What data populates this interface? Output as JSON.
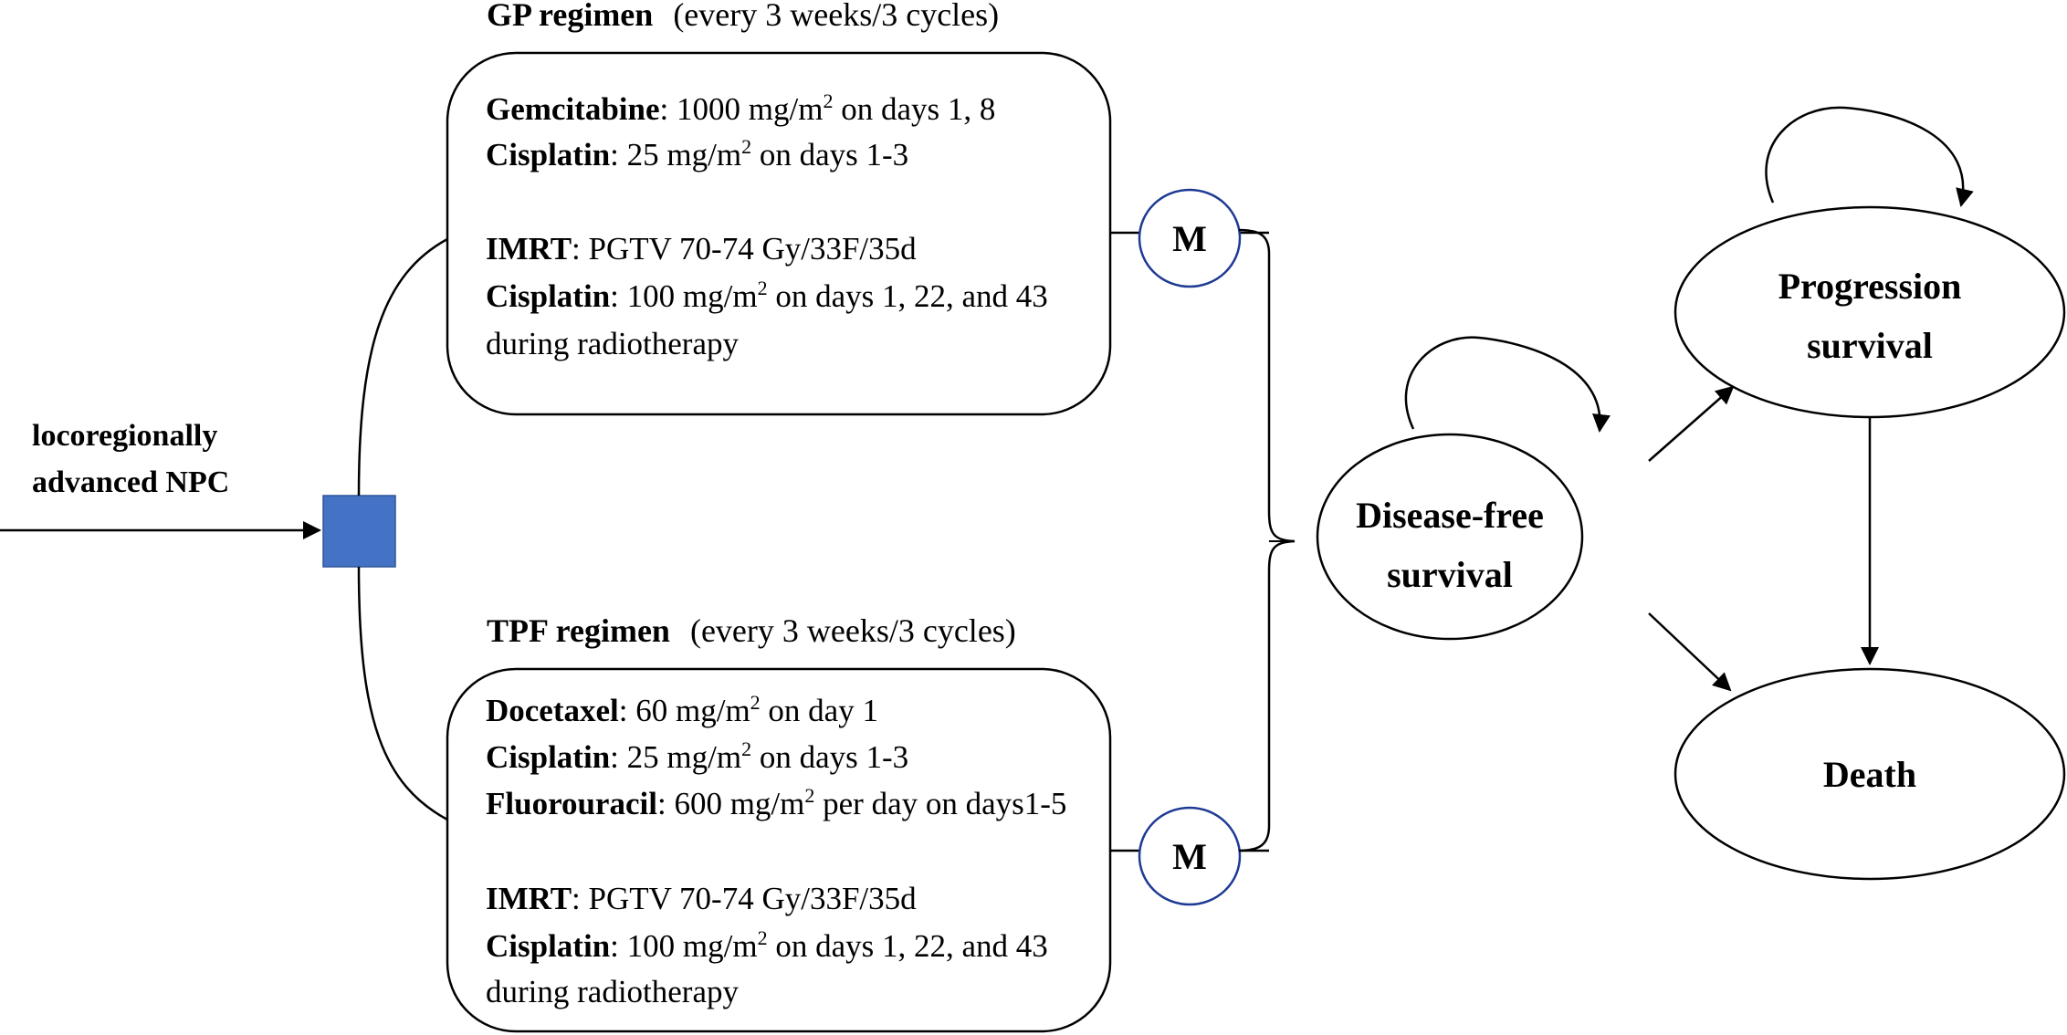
{
  "entry": {
    "label_line1": "locoregionally",
    "label_line2": "advanced NPC"
  },
  "gp": {
    "title": "GP regimen",
    "schedule": "(every 3 weeks/3 cycles)",
    "lines": [
      {
        "drug": "Gemcitabine",
        "rest": ": 1000 mg/m",
        "sup": "2",
        "after": " on days 1, 8"
      },
      {
        "drug": "Cisplatin",
        "rest": ": 25 mg/m",
        "sup": "2",
        "after": " on days 1-3"
      },
      {
        "drug": "IMRT",
        "rest": ": PGTV 70-74 Gy/33F/35d",
        "sup": "",
        "after": ""
      },
      {
        "drug": "Cisplatin",
        "rest": ": 100 mg/m",
        "sup": "2",
        "after": " on days 1, 22, and 43"
      },
      {
        "drug": "",
        "rest": "during radiotherapy",
        "sup": "",
        "after": ""
      }
    ],
    "marker": "M"
  },
  "tpf": {
    "title": "TPF regimen",
    "schedule": "(every 3 weeks/3 cycles)",
    "lines": [
      {
        "drug": "Docetaxel",
        "rest": ": 60 mg/m",
        "sup": "2",
        "after": " on day 1"
      },
      {
        "drug": "Cisplatin",
        "rest": ": 25 mg/m",
        "sup": "2",
        "after": " on days 1-3"
      },
      {
        "drug": "Fluorouracil",
        "rest": ": 600 mg/m",
        "sup": "2",
        "after": " per day on days1-5"
      },
      {
        "drug": "IMRT",
        "rest": ": PGTV 70-74 Gy/33F/35d",
        "sup": "",
        "after": ""
      },
      {
        "drug": "Cisplatin",
        "rest": ": 100 mg/m",
        "sup": "2",
        "after": " on days 1, 22, and 43"
      },
      {
        "drug": "",
        "rest": "during radiotherapy",
        "sup": "",
        "after": ""
      }
    ],
    "marker": "M"
  },
  "states": {
    "disease_free": {
      "line1": "Disease-free",
      "line2": "survival"
    },
    "progression": {
      "line1": "Progression",
      "line2": "survival"
    },
    "death": {
      "line1": "Death"
    }
  },
  "colors": {
    "randomization_square": "#4472C4",
    "marker_stroke": "#1F3A93",
    "line": "#000000"
  }
}
